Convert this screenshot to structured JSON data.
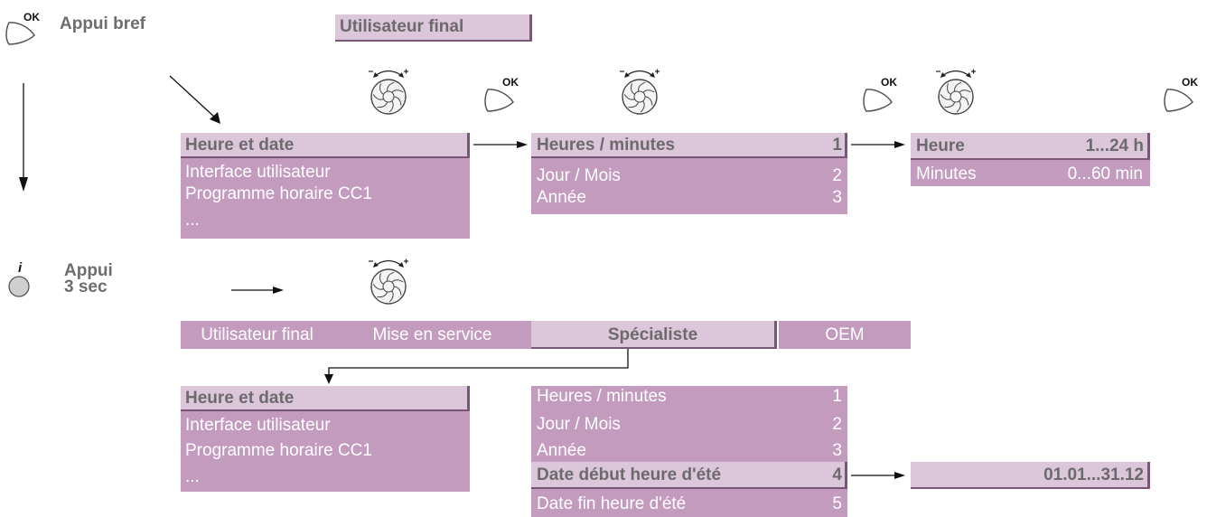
{
  "labels": {
    "short_press": "Appui bref",
    "long_press_line1": "Appui",
    "long_press_line2": "3 sec",
    "ok": "OK",
    "info": "i"
  },
  "top_title": "Utilisateur final",
  "menu1": {
    "items": [
      "Heure et date",
      "Interface utilisateur",
      "Programme horaire CC1",
      "..."
    ]
  },
  "menu2": {
    "items": [
      {
        "label": "Heures / minutes",
        "num": "1"
      },
      {
        "label": "Jour / Mois",
        "num": "2"
      },
      {
        "label": "Année",
        "num": "3"
      }
    ]
  },
  "menu3": {
    "items": [
      {
        "label": "Heure",
        "value": "1...24 h"
      },
      {
        "label": "Minutes",
        "value": "0...60 min"
      }
    ]
  },
  "access_tabs": [
    "Utilisateur final",
    "Mise en service",
    "Spécialiste",
    "OEM"
  ],
  "menu4": {
    "items": [
      "Heure et date",
      "Interface utilisateur",
      "Programme horaire CC1",
      "..."
    ]
  },
  "menu5": {
    "items": [
      {
        "label": "Heures / minutes",
        "num": "1"
      },
      {
        "label": "Jour / Mois",
        "num": "2"
      },
      {
        "label": "Année",
        "num": "3"
      },
      {
        "label": "Date début heure d'été",
        "num": "4"
      },
      {
        "label": "Date fin heure d'été",
        "num": "5"
      }
    ]
  },
  "range_box": "01.01...31.12",
  "colors": {
    "menu_bg": "#c39bbf",
    "selected_bg": "#dcc6da",
    "border": "#7a5676",
    "label_gray": "#6d6d6d"
  }
}
